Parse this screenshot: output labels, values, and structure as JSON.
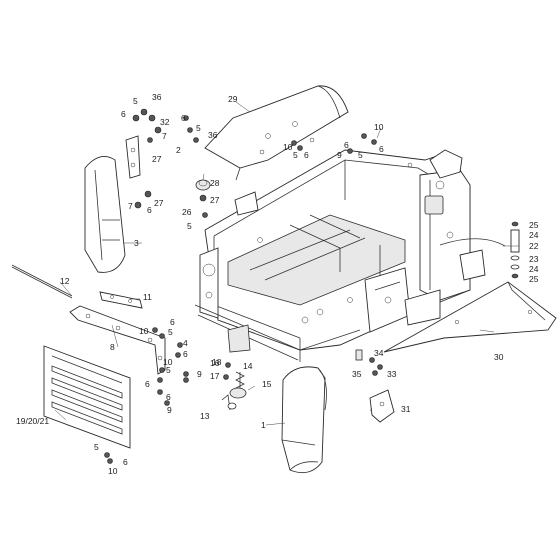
{
  "diagram": {
    "callouts": {
      "c1": "1",
      "c2": "2",
      "c3": "3",
      "c4": "4",
      "c5a": "5",
      "c5b": "5",
      "c5c": "5",
      "c5d": "5",
      "c5e": "5",
      "c6a": "6",
      "c6b": "6",
      "c6c": "6",
      "c6d": "6",
      "c6e": "6",
      "c6f": "6",
      "c6g": "6",
      "c6h": "6",
      "c7a": "7",
      "c7b": "7",
      "c8": "8",
      "c9a": "9",
      "c9b": "9",
      "c9c": "9",
      "c10a": "10",
      "c10b": "10",
      "c10c": "10",
      "c10d": "10",
      "c10e": "10",
      "c11": "11",
      "c12": "12",
      "c13": "13",
      "c14": "14",
      "c15": "15",
      "c16": "16",
      "c17": "17",
      "c18": "18",
      "c19": "19/20/21",
      "c22": "22",
      "c23": "23",
      "c24a": "24",
      "c24b": "24",
      "c25a": "25",
      "c25b": "25",
      "c26": "26",
      "c27a": "27",
      "c27b": "27",
      "c27c": "27",
      "c28": "28",
      "c29": "29",
      "c30": "30",
      "c31": "31",
      "c32": "32",
      "c33": "33",
      "c34": "34",
      "c35": "35",
      "c36a": "36",
      "c36b": "36"
    }
  }
}
